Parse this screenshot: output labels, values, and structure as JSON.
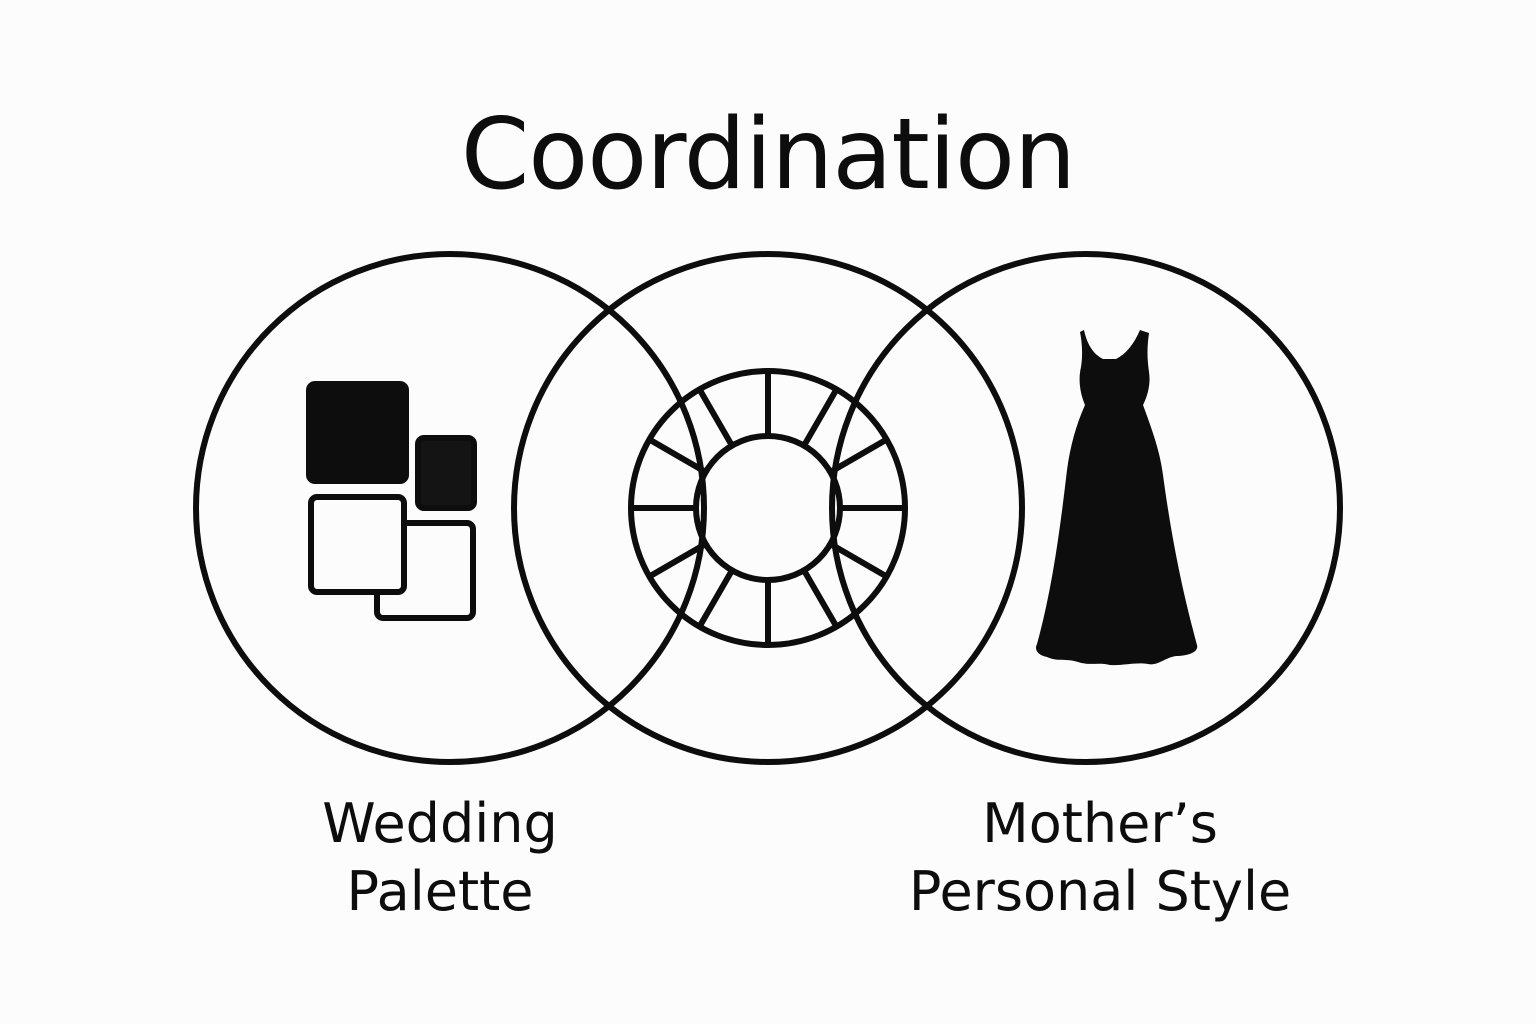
{
  "title": "Coordination",
  "labels": {
    "left": [
      "Wedding",
      "Palette"
    ],
    "right": [
      "Mother’s",
      "Personal Style"
    ]
  },
  "icons": {
    "left": "color-swatches-icon",
    "center": "color-wheel-icon",
    "right": "dress-icon"
  },
  "colors": {
    "stroke": "#0d0d0d",
    "background": "#fcfcfc"
  }
}
